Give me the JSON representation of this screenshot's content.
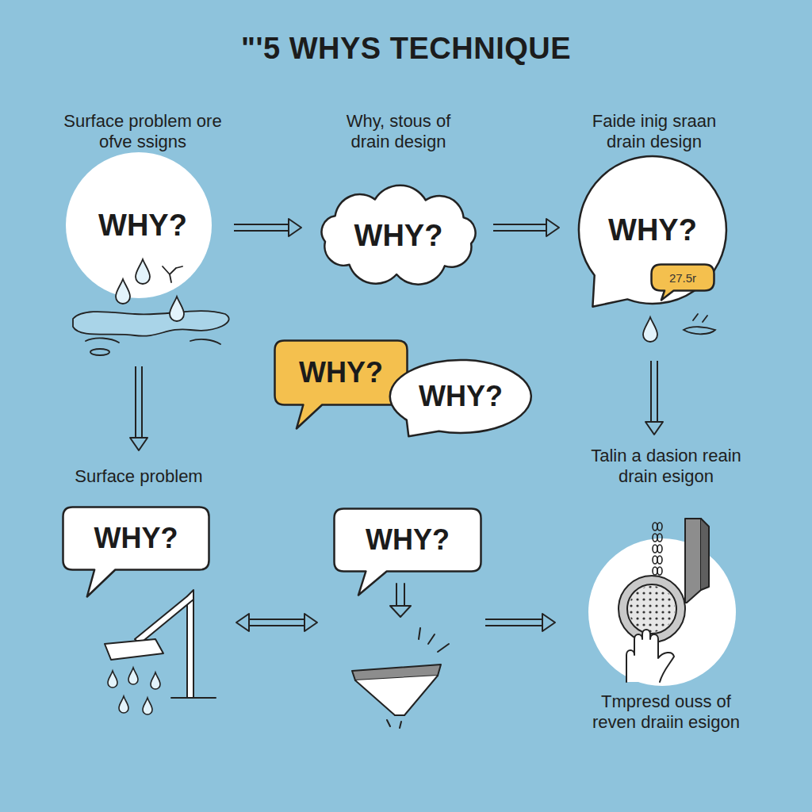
{
  "diagram": {
    "title": "\"'5 WHYS TECHNIQUE",
    "nodes": [
      {
        "text": [
          "Surface problem ore ofve ssigns",
          "WHY?"
        ]
      },
      {
        "text": [
          "Why, stous of drain design",
          "WHY?"
        ]
      },
      {
        "text": [
          "Faide inig sraan drain design",
          "WHY?"
        ]
      },
      {
        "text": [
          "27.5r"
        ],
        "in": 2
      },
      {
        "text": [
          "WHY?"
        ]
      },
      {
        "text": [
          "WHY?"
        ]
      },
      {
        "text": [
          "Surface problem",
          "WHY?"
        ]
      },
      {
        "text": [
          "WHY?"
        ]
      },
      {
        "text": [
          "Talin a dasion reain drain esigon",
          "Tmpresd ouss of reven draiin esigon"
        ]
      }
    ],
    "edges": [
      {
        "from": 0,
        "to": 1,
        "arrow": "to"
      },
      {
        "from": 1,
        "to": 2,
        "arrow": "to"
      },
      {
        "from": 0,
        "to": 6,
        "arrow": "to"
      },
      {
        "from": 2,
        "to": 8,
        "arrow": "to"
      },
      {
        "from": 6,
        "to": 7,
        "arrow": "both"
      },
      {
        "from": 7,
        "to": 8,
        "arrow": "to"
      }
    ]
  }
}
